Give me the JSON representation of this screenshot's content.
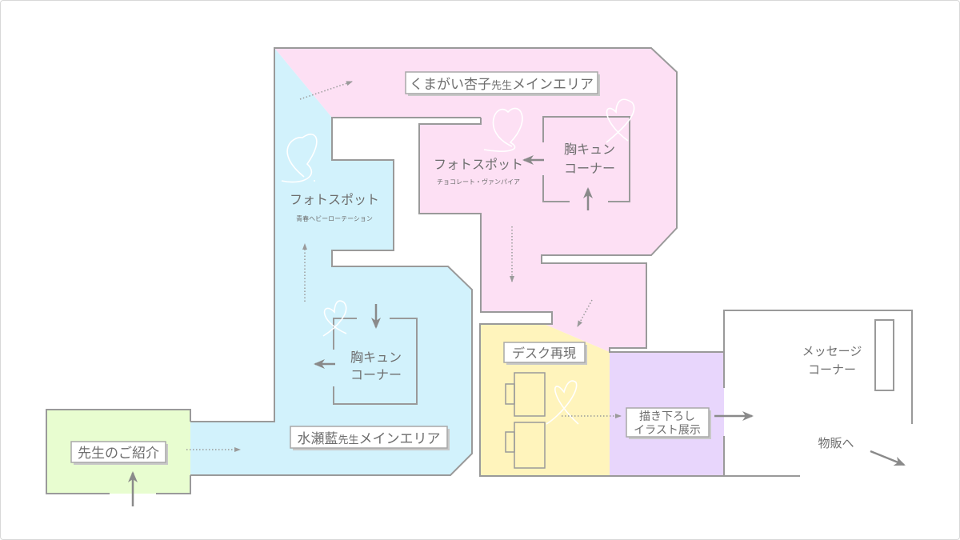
{
  "areas": {
    "kumagai": {
      "title_name": "くまがい杏子",
      "title_suffix": "先生",
      "title_area": "メインエリア",
      "color": "#fde0f4"
    },
    "minase": {
      "title_name": "水瀬藍",
      "title_suffix": "先生",
      "title_area": "メインエリア",
      "color": "#d2f2fc"
    },
    "intro": {
      "title": "先生のご紹介",
      "color": "#e8fdd0"
    },
    "desk": {
      "title": "デスク再現",
      "color": "#fff4bc"
    },
    "illust": {
      "line1": "描き下ろし",
      "line2": "イラスト展示",
      "color": "#e8d6fc"
    }
  },
  "spots": {
    "photo_pink": {
      "title": "フォトスポット",
      "subtitle": "チョコレート・ヴァンパイア"
    },
    "photo_blue": {
      "title": "フォトスポット",
      "subtitle": "青春ヘビーローテーション"
    },
    "kyun_pink": {
      "line1": "胸キュン",
      "line2": "コーナー"
    },
    "kyun_blue": {
      "line1": "胸キュン",
      "line2": "コーナー"
    },
    "message": {
      "line1": "メッセージ",
      "line2": "コーナー"
    },
    "goods": {
      "label": "物販へ"
    }
  }
}
